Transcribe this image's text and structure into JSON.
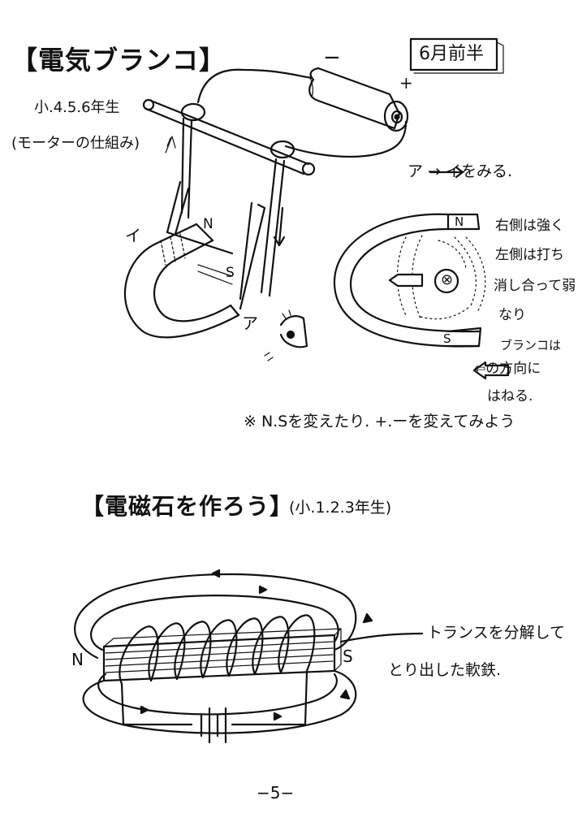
{
  "section1": {
    "title": "【電気ブランコ】",
    "grade": "小.4.5.6年生",
    "subtitle": "(モーターの仕組み)",
    "badge": "6月前半",
    "minus": "−",
    "plus": "+",
    "label_i": "イ",
    "label_a": "ア",
    "label_n": "N",
    "label_s": "S",
    "view_caption": "ア → イをみる.",
    "magnet_n": "N",
    "magnet_s": "S",
    "current_symbol": "⊗",
    "notes": [
      "右側は強く",
      "左側は打ち",
      "消し合って弱く",
      "なり",
      "ブランコは",
      "⇦の方向に",
      "はねる."
    ],
    "footnote": "※ N.Sを変えたり. +.ーを変えてみよう"
  },
  "section2": {
    "title": "【電磁石を作ろう】",
    "grade": "(小.1.2.3年生)",
    "label_n": "N",
    "label_s": "S",
    "note_line1": "トランスを分解して",
    "note_line2": "とり出した軟鉄."
  },
  "page_number": "−5−"
}
